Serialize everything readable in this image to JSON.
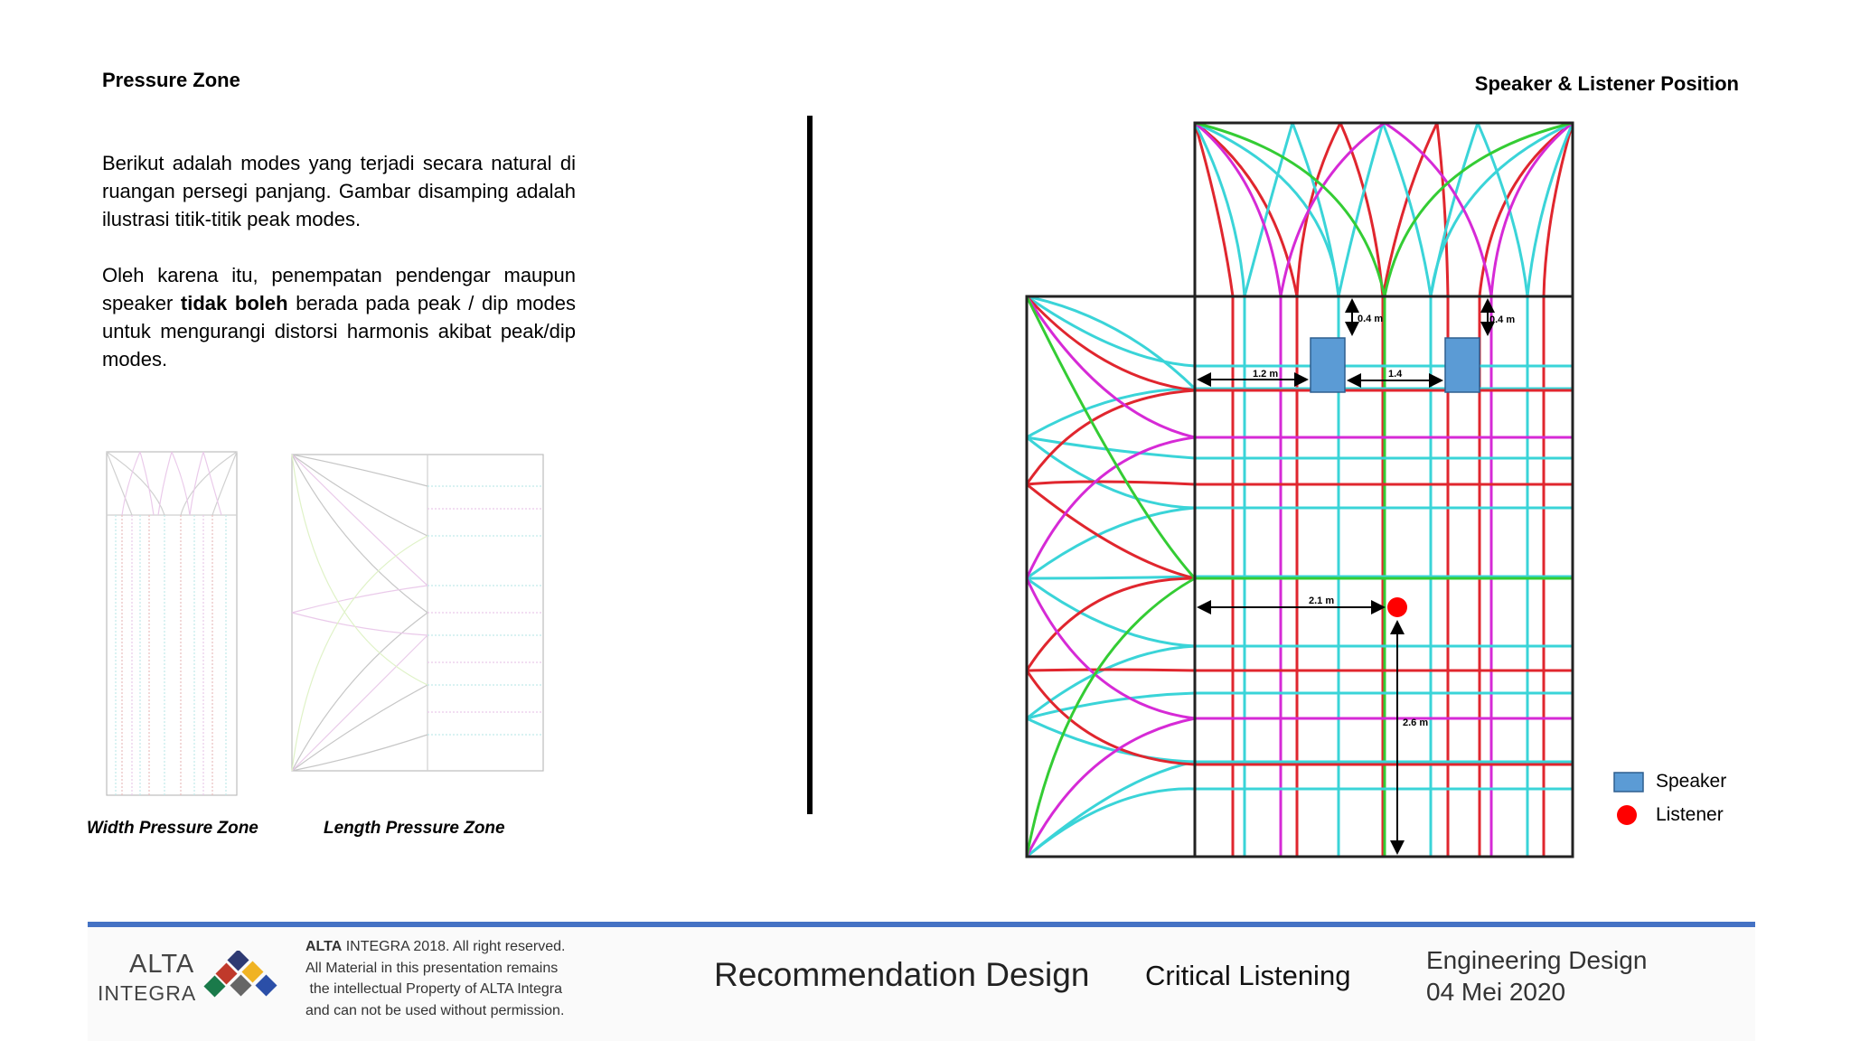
{
  "left": {
    "title": "Pressure Zone",
    "paragraph1": "Berikut adalah modes yang terjadi secara natural di ruangan persegi panjang. Gambar disamping adalah ilustrasi  titik-titik peak modes.",
    "paragraph2_before": "Oleh karena itu, penempatan pendengar maupun speaker ",
    "paragraph2_bold": "tidak boleh",
    "paragraph2_after": " berada pada peak / dip modes untuk mengurangi distorsi harmonis akibat peak/dip modes.",
    "caption_width": "Width Pressure Zone",
    "caption_length": "Length Pressure Zone"
  },
  "right": {
    "title": "Speaker & Listener Position",
    "dimensions": {
      "speaker_top_left": "0.4  m",
      "speaker_top_right": "0.4  m",
      "wall_to_speaker": "1.2  m",
      "speaker_spacing": "1.4",
      "wall_to_listener": "2.1  m",
      "listener_to_back": "2.6 m"
    },
    "legend": {
      "speaker": "Speaker",
      "listener": "Listener"
    },
    "colors": {
      "speaker": "#5b9bd5",
      "listener": "#ff0000",
      "red_mode": "#e0262e",
      "cyan_mode": "#3ad4d8",
      "magenta_mode": "#d62ad6",
      "green_mode": "#34cc34"
    }
  },
  "footer": {
    "logo_top": "ALTA",
    "logo_bottom": "INTEGRA",
    "copyright_bold": "ALTA",
    "copyright_rest": " INTEGRA 2018. All right reserved.",
    "rights_line2": "All Material in this presentation remains",
    "rights_line3": " the intellectual Property of ALTA Integra",
    "rights_line4": "and can not be used without permission.",
    "title": "Recommendation Design",
    "subtitle": "Critical Listening",
    "eng_line1": "Engineering Design",
    "eng_line2": "04 Mei 2020"
  }
}
